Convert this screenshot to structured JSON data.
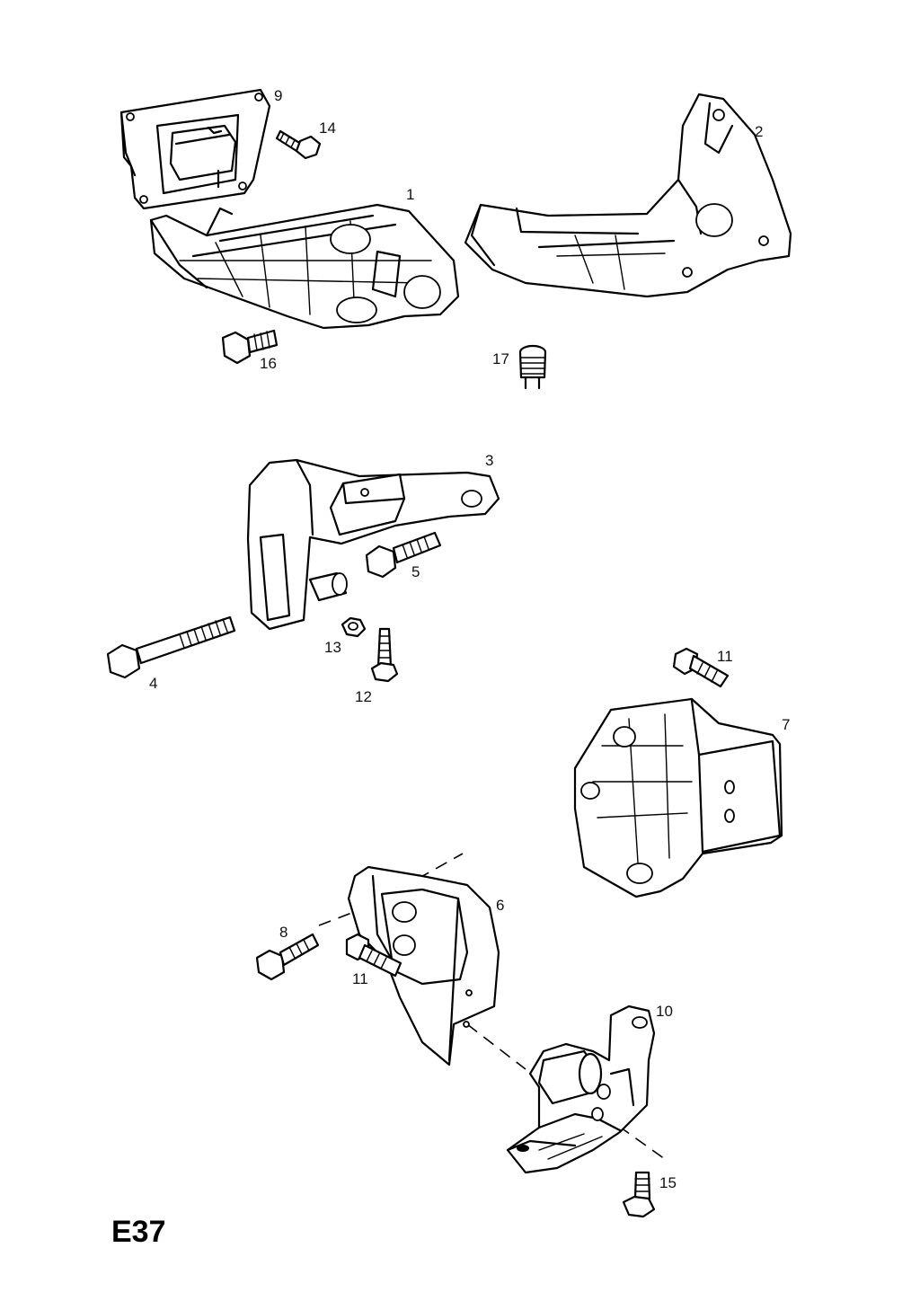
{
  "diagram": {
    "code": "E37",
    "labels": [
      "1",
      "2",
      "3",
      "4",
      "5",
      "6",
      "7",
      "8",
      "9",
      "10",
      "11",
      "11",
      "12",
      "13",
      "14",
      "15",
      "16",
      "17"
    ]
  }
}
